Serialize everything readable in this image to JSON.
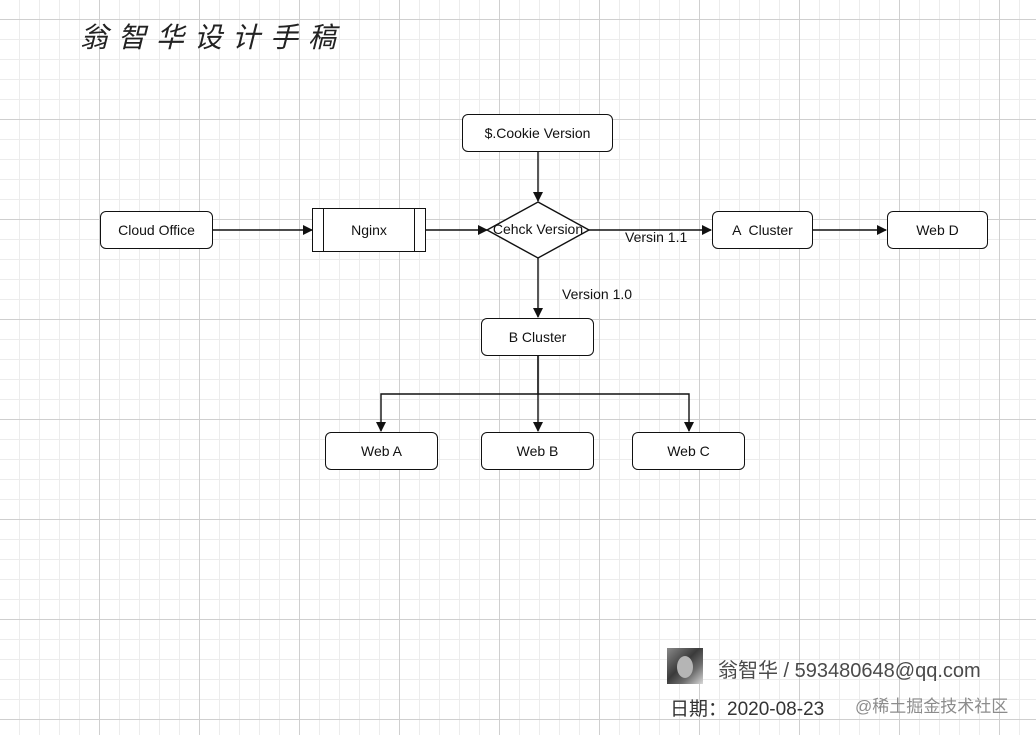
{
  "title": "翁智华设计手稿",
  "nodes": {
    "cookie_version": "$.Cookie Version",
    "cloud_office": "Cloud Office",
    "nginx": "Nginx",
    "check_version": "Cehck Version",
    "a_cluster": "A  Cluster",
    "web_d": "Web D",
    "b_cluster": "B Cluster",
    "web_a": "Web A",
    "web_b": "Web B",
    "web_c": "Web C"
  },
  "edge_labels": {
    "versin_1_1": "Versin 1.1",
    "version_1_0": "Version 1.0"
  },
  "footer": {
    "author": "翁智华 / 593480648@qq.com",
    "date_label": "日期：",
    "date_value": "2020-08-23",
    "watermark": "@稀土掘金技术社区"
  }
}
